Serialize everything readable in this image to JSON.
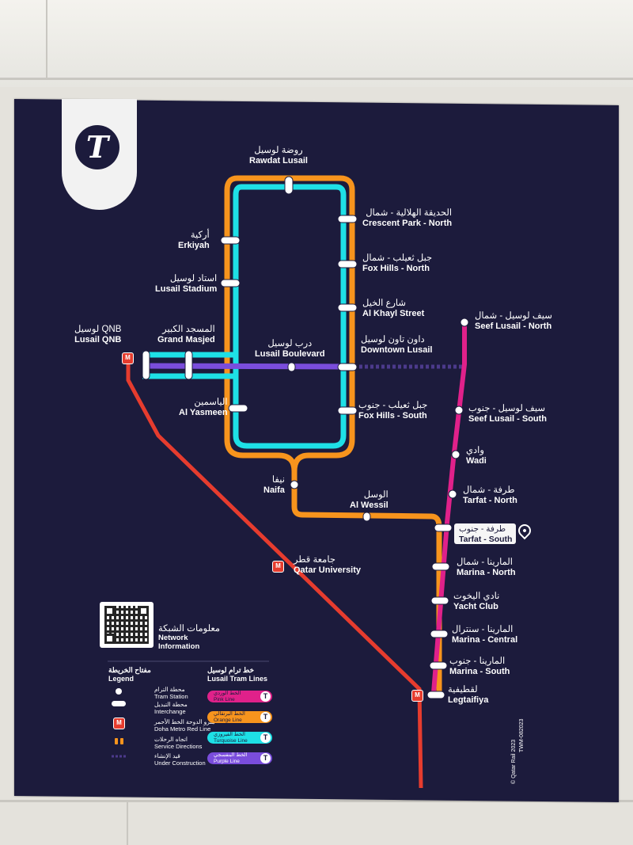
{
  "logo": {
    "glyph": "T"
  },
  "stations": {
    "rawdat": {
      "ar": "روضة لوسيل",
      "en": "Rawdat Lusail"
    },
    "crescent": {
      "ar": "الحديقة الهلالية - شمال",
      "en": "Crescent Park - North"
    },
    "erkiyah": {
      "ar": "أركية",
      "en": "Erkiyah"
    },
    "foxnorth": {
      "ar": "جبل ثعيلب - شمال",
      "en": "Fox Hills - North"
    },
    "lusailstadium": {
      "ar": "استاد لوسيل",
      "en": "Lusail Stadium"
    },
    "alkhayl": {
      "ar": "شارع الخيل",
      "en": "Al Khayl Street"
    },
    "seefnorth": {
      "ar": "سيف لوسيل - شمال",
      "en": "Seef Lusail - North"
    },
    "qnb": {
      "ar": "لوسيل QNB",
      "en": "Lusail QNB"
    },
    "grandmasjed": {
      "ar": "المسجد الكبير",
      "en": "Grand Masjed"
    },
    "boulevard": {
      "ar": "درب لوسيل",
      "en": "Lusail Boulevard"
    },
    "downtown": {
      "ar": "داون تاون لوسيل",
      "en": "Downtown Lusail"
    },
    "yasmeen": {
      "ar": "الياسمين",
      "en": "Al Yasmeen"
    },
    "foxsouth": {
      "ar": "جبل ثعيلب - جنوب",
      "en": "Fox Hills - South"
    },
    "seefsouth": {
      "ar": "سيف لوسيل - جنوب",
      "en": "Seef Lusail - South"
    },
    "wadi": {
      "ar": "وادي",
      "en": "Wadi"
    },
    "naifa": {
      "ar": "نيفا",
      "en": "Naifa"
    },
    "wessil": {
      "ar": "الوسل",
      "en": "Al Wessil"
    },
    "tarfatnorth": {
      "ar": "طرفة - شمال",
      "en": "Tarfat - North"
    },
    "tarfatsouth": {
      "ar": "طرفة - جنوب",
      "en": "Tarfat - South"
    },
    "qatarunive": {
      "ar": "جامعة قطر",
      "en": "Qatar University"
    },
    "marinanorth": {
      "ar": "المارينا - شمال",
      "en": "Marina - North"
    },
    "yachtclub": {
      "ar": "نادي اليخوت",
      "en": "Yacht Club"
    },
    "marinacentral": {
      "ar": "المارينا - سنترال",
      "en": "Marina - Central"
    },
    "marinasouth": {
      "ar": "المارينا - جنوب",
      "en": "Marina - South"
    },
    "legtaifiya": {
      "ar": "لقطيفية",
      "en": "Legtaifiya"
    }
  },
  "network_info": {
    "ar": "معلومات الشبكة",
    "en1": "Network",
    "en2": "Information"
  },
  "legend": {
    "title_ar": "مفتاح الخريطة",
    "title_en": "Legend",
    "items": [
      {
        "ar": "محطة الترام",
        "en": "Tram Station"
      },
      {
        "ar": "محطة التبديل",
        "en": "Interchange"
      },
      {
        "ar": "مترو الدوحة الخط الأحمر",
        "en": "Doha Metro Red Line"
      },
      {
        "ar": "اتجاه الرحلات",
        "en": "Service Directions"
      },
      {
        "ar": "قيد الإنشاء",
        "en": "Under Construction"
      }
    ]
  },
  "tram_lines": {
    "title_ar": "خط ترام لوسيل",
    "title_en": "Lusail Tram Lines",
    "lines": [
      {
        "ar": "الخط الوردي",
        "en": "Pink Line",
        "color": "#e0218a"
      },
      {
        "ar": "الخط البرتقالي",
        "en": "Orange Line",
        "color": "#f7941d"
      },
      {
        "ar": "الخط الفيروزي",
        "en": "Turquoise Line",
        "color": "#1ee0e6"
      },
      {
        "ar": "الخط البنفسجي",
        "en": "Purple Line",
        "color": "#7a4ddc"
      }
    ]
  },
  "footer": {
    "copyright": "© Qatar Rail 2023",
    "code": "TWM-082023"
  },
  "colors": {
    "red_line": "#e63c2e",
    "orange": "#f7941d",
    "turquoise": "#1ee0e6",
    "pink": "#e0218a",
    "purple": "#7a4ddc"
  }
}
